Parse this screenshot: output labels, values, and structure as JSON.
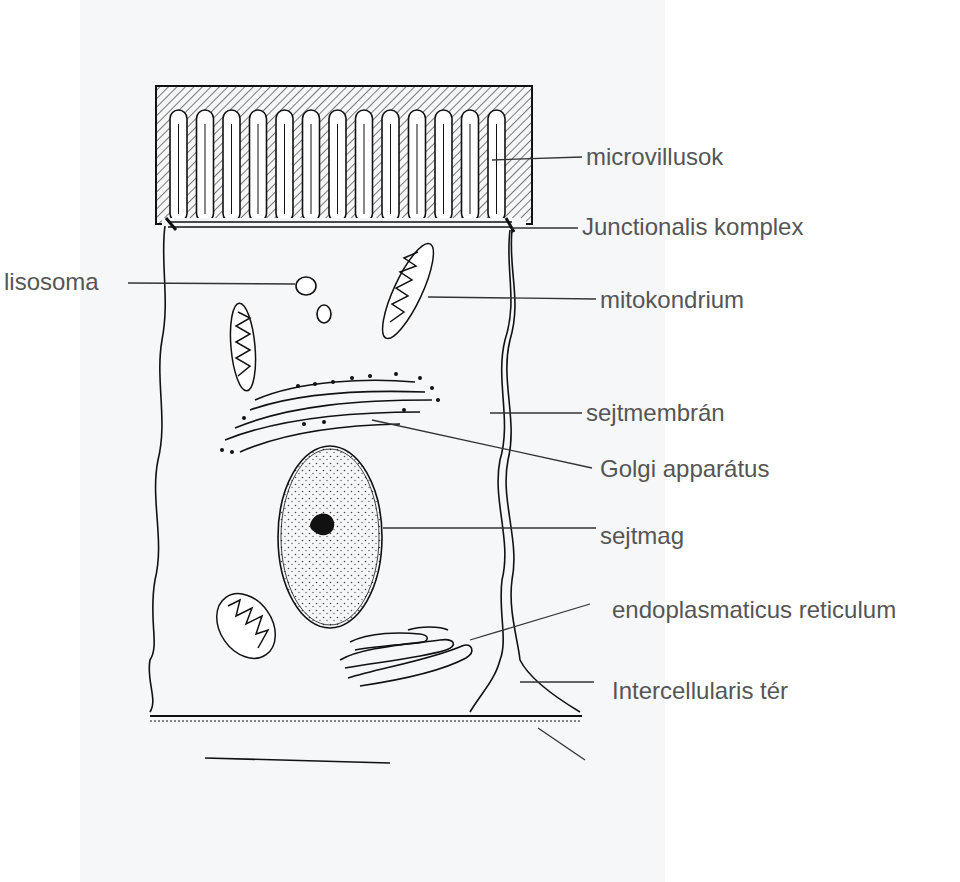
{
  "diagram": {
    "labels": [
      "microvillusok",
      "Junctionalis komplex",
      "lisosoma",
      "mitokondrium",
      "sejtmembrán",
      "Golgi apparátus",
      "sejtmag",
      "endoplasmaticus reticulum",
      "Intercellularis tér"
    ]
  }
}
